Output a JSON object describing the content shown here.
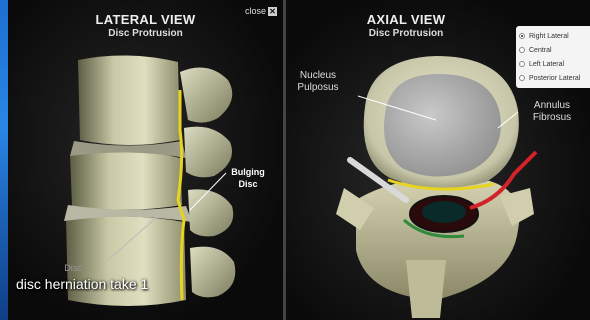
{
  "lateral": {
    "title": "LATERAL VIEW",
    "subtitle": "Disc Protrusion",
    "close_label": "close",
    "close_icon": "close-icon",
    "labels": {
      "bulging_line1": "Bulging",
      "bulging_line2": "Disc",
      "disc_faded": "Disc"
    }
  },
  "axial": {
    "title": "AXIAL VIEW",
    "subtitle": "Disc Protrusion",
    "labels": {
      "nucleus_line1": "Nucleus",
      "nucleus_line2": "Pulposus",
      "annulus_line1": "Annulus",
      "annulus_line2": "Fibrosus"
    },
    "options": [
      {
        "label": "Right Lateral",
        "selected": true
      },
      {
        "label": "Central",
        "selected": false
      },
      {
        "label": "Left Lateral",
        "selected": false
      },
      {
        "label": "Posterior Lateral",
        "selected": false
      }
    ]
  },
  "caption": "disc herniation take 1",
  "colors": {
    "nerve_yellow": "#e6d41e",
    "nerve_red": "#d2232a",
    "nerve_green": "#2f8a3a",
    "accent_blue": "#2a86e6"
  }
}
